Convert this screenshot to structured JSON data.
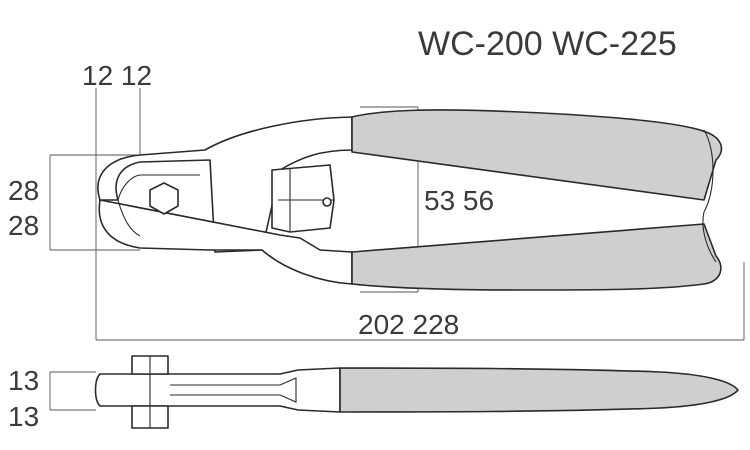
{
  "title": {
    "models": "WC-200  WC-225"
  },
  "dimensions": {
    "jaw_width": "12 12",
    "jaw_height_top": "28",
    "jaw_height_bottom": "28",
    "handle_span": "53 56",
    "overall_length": "202 228",
    "thickness_top": "13",
    "thickness_bottom": "13"
  },
  "colors": {
    "grip": "#cfcfcf",
    "outline": "#2a2a2a",
    "dimension_text": "#3a3a3a"
  }
}
